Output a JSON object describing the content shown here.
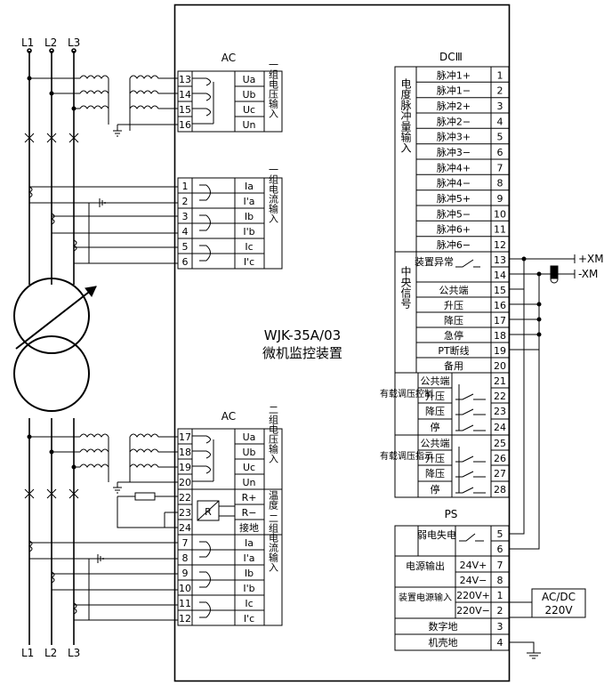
{
  "title": {
    "model": "WJK-35A/03",
    "name": "微机监控装置"
  },
  "phases": {
    "top": [
      "L1",
      "L2",
      "L3"
    ],
    "bottom": [
      "L1",
      "L2",
      "L3"
    ]
  },
  "ac_top": {
    "label": "AC",
    "voltage": {
      "pins": [
        "13",
        "14",
        "15",
        "16"
      ],
      "signals": [
        "Ua",
        "Ub",
        "Uc",
        "Un"
      ],
      "group": "一组电压输入"
    },
    "current": {
      "pins": [
        "1",
        "2",
        "3",
        "4",
        "5",
        "6"
      ],
      "signals": [
        "Ia",
        "I'a",
        "Ib",
        "I'b",
        "Ic",
        "I'c"
      ],
      "group": "一组电流输入"
    }
  },
  "ac_bottom": {
    "label": "AC",
    "voltage": {
      "pins": [
        "17",
        "18",
        "19",
        "20"
      ],
      "signals": [
        "Ua",
        "Ub",
        "Uc",
        "Un"
      ],
      "group": "二组电压输入"
    },
    "temp": {
      "pins": [
        "22",
        "23",
        "24"
      ],
      "signals": [
        "R+",
        "R−",
        "接地"
      ],
      "group": "温度",
      "sensor": "R"
    },
    "current": {
      "pins": [
        "7",
        "8",
        "9",
        "10",
        "11",
        "12"
      ],
      "signals": [
        "Ia",
        "I'a",
        "Ib",
        "I'b",
        "Ic",
        "I'c"
      ],
      "group": "二组电流输入"
    }
  },
  "dc3": {
    "label": "DCⅢ",
    "pulse_group": "电度脉冲量输入",
    "pulse": [
      "脉冲1+",
      "脉冲1−",
      "脉冲2+",
      "脉冲2−",
      "脉冲3+",
      "脉冲3−",
      "脉冲4+",
      "脉冲4−",
      "脉冲5+",
      "脉冲5−",
      "脉冲6+",
      "脉冲6−"
    ],
    "pulse_pins": [
      "1",
      "2",
      "3",
      "4",
      "5",
      "6",
      "7",
      "8",
      "9",
      "10",
      "11",
      "12"
    ],
    "central_group": "中央信号",
    "central_fault": "装置异常",
    "central_rows": [
      "公共端",
      "升压",
      "降压",
      "急停",
      "PT断线",
      "备用"
    ],
    "central_pins": [
      "13",
      "14",
      "15",
      "16",
      "17",
      "18",
      "19",
      "20"
    ],
    "tap_ctrl_group": "有载调压控制",
    "tap_ind_group": "有载调压指示",
    "tap_rows": [
      "公共端",
      "升压",
      "降压",
      "停"
    ],
    "tap_ctrl_pins": [
      "21",
      "22",
      "23",
      "24"
    ],
    "tap_ind_pins": [
      "25",
      "26",
      "27",
      "28"
    ]
  },
  "ps": {
    "label": "PS",
    "weak_loss": "弱电失电",
    "weak_pins": [
      "5",
      "6"
    ],
    "power_out": "电源输出",
    "power_out_rows": [
      "24V+",
      "24V−"
    ],
    "power_out_pins": [
      "7",
      "8"
    ],
    "power_in": "装置电源输入",
    "power_in_rows": [
      "220V+",
      "220V−"
    ],
    "power_in_pins": [
      "1",
      "2"
    ],
    "digital_ground": "数字地",
    "digital_ground_pin": "3",
    "case_ground": "机壳地",
    "case_ground_pin": "4"
  },
  "xm": {
    "plus": "+XM",
    "minus": "-XM"
  },
  "acdc": {
    "line1": "AC/DC",
    "line2": "220V"
  }
}
